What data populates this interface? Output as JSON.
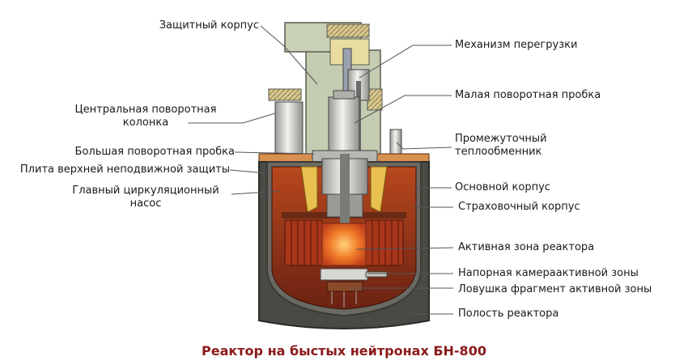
{
  "labels": {
    "zashchitny_korpus": "Защитный корпус",
    "centr_kolonka_1": "Центральная поворотная",
    "centr_kolonka_2": "колонка",
    "bolshaya_probka": "Большая поворотная пробка",
    "plita": "Плита верхней неподвижной защиты",
    "nasos_1": "Главный циркуляционный",
    "nasos_2": "насос",
    "mekhanizm": "Механизм перегрузки",
    "malaya_probka": "Малая поворотная пробка",
    "teploobmennik_1": "Промежуточный",
    "teploobmennik_2": "теплообменник",
    "osnovnoy": "Основной корпус",
    "strakhovochny": "Страховочный корпус",
    "aktivnaya_zona": "Активная зона реактора",
    "napornaya": "Напорная камераактивной зоны",
    "lovushka": "Ловушка фрагмент активной зоны",
    "polost": "Полость реактора"
  },
  "caption": "Реактор на быстых нейтронах  БН-800",
  "colors": {
    "caption": "#8b1a1a",
    "outer_shell": "#4a4a45",
    "inner_cavity": "#7a2a18",
    "core": "#f07a28",
    "sodium_pool": "#a83a1c",
    "steel": "#d8d8d4",
    "lid": "#b8c2a8",
    "leader": "#555555"
  }
}
